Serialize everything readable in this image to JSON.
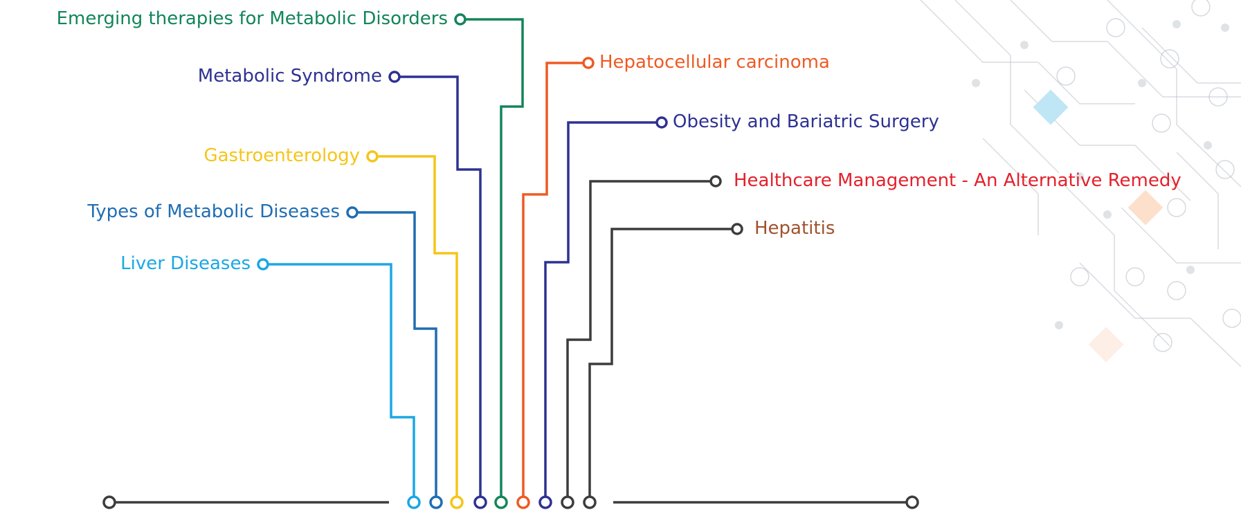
{
  "topics": [
    {
      "key": "liver",
      "label": "Liver Diseases",
      "color": "#1aa7e3"
    },
    {
      "key": "types",
      "label": "Types of Metabolic Diseases",
      "color": "#1f6db3"
    },
    {
      "key": "gastro",
      "label": "Gastroenterology",
      "color": "#f5c518"
    },
    {
      "key": "syndrome",
      "label": "Metabolic Syndrome",
      "color": "#2e3192"
    },
    {
      "key": "emerging",
      "label": "Emerging therapies for Metabolic Disorders",
      "color": "#12855a"
    },
    {
      "key": "hcc",
      "label": "Hepatocellular carcinoma",
      "color": "#ee5a24"
    },
    {
      "key": "obesity",
      "label": "Obesity and Bariatric Surgery",
      "color": "#2e3192"
    },
    {
      "key": "healthcare",
      "label": "Healthcare Management - An Alternative Remedy",
      "color": "#e4202b",
      "line_color": "#3c3c3c"
    },
    {
      "key": "hepatitis",
      "label": "Hepatitis",
      "color": "#a0522d",
      "line_color": "#3c3c3c"
    }
  ],
  "baseline_color": "#3c3c3c",
  "decoration_color": "#b9c0c8"
}
